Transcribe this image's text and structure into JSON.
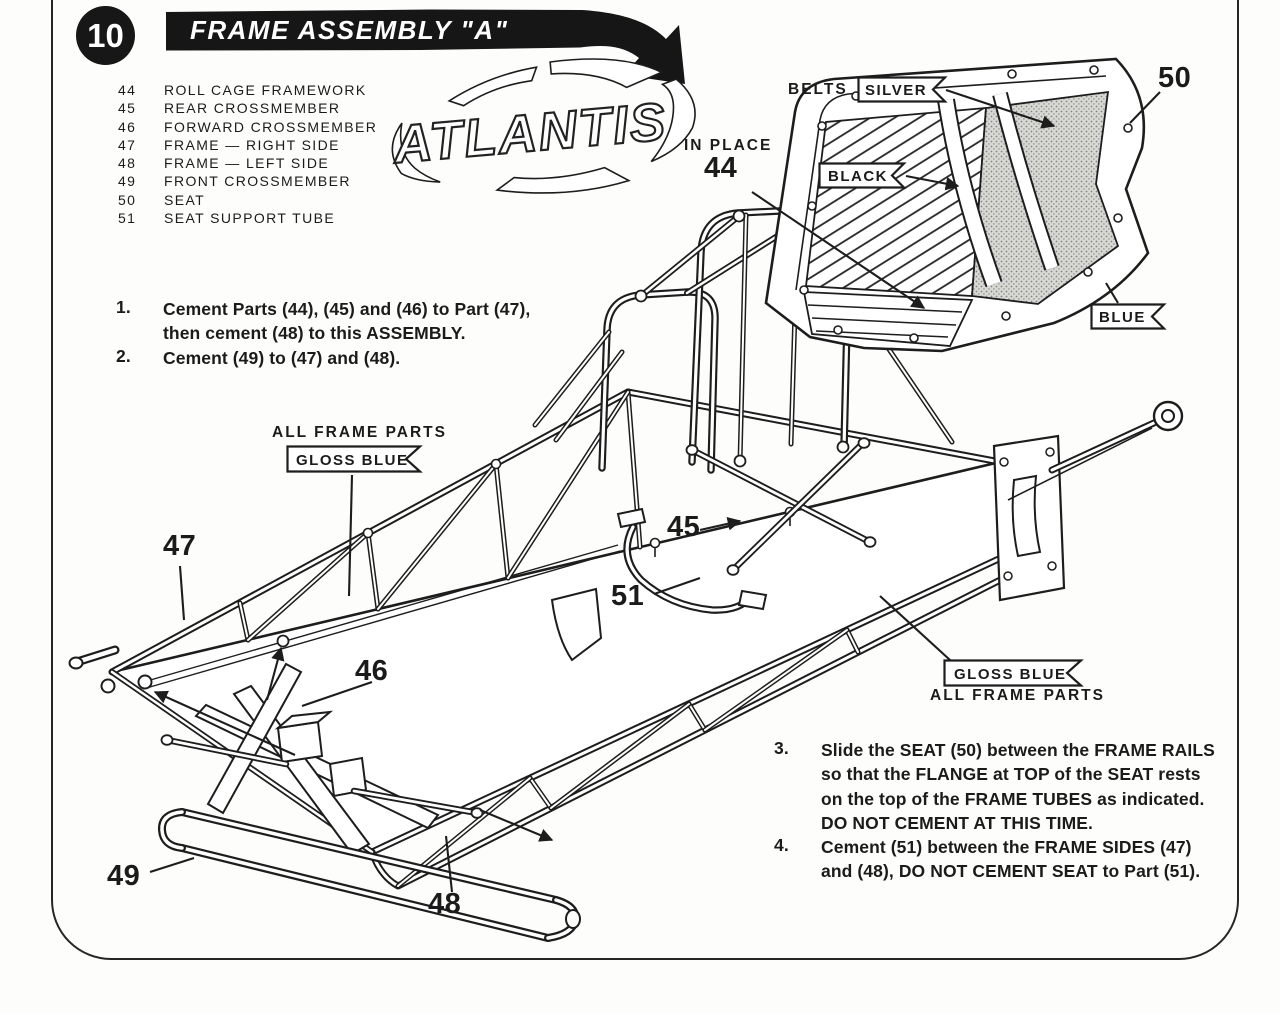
{
  "step_badge": "10",
  "header": {
    "title": "FRAME ASSEMBLY \"A\""
  },
  "brand": {
    "logo_text": "ATLANTIS"
  },
  "parts_list": [
    {
      "num": "44",
      "name": "ROLL CAGE FRAMEWORK"
    },
    {
      "num": "45",
      "name": "REAR CROSSMEMBER"
    },
    {
      "num": "46",
      "name": "FORWARD CROSSMEMBER"
    },
    {
      "num": "47",
      "name": "FRAME — RIGHT SIDE"
    },
    {
      "num": "48",
      "name": "FRAME — LEFT SIDE"
    },
    {
      "num": "49",
      "name": "FRONT CROSSMEMBER"
    },
    {
      "num": "50",
      "name": "SEAT"
    },
    {
      "num": "51",
      "name": "SEAT SUPPORT TUBE"
    }
  ],
  "instructions_top": [
    {
      "num": "1.",
      "lines": [
        "Cement Parts (44), (45) and (46) to Part (47),",
        "then cement (48) to this ASSEMBLY."
      ]
    },
    {
      "num": "2.",
      "lines": [
        "Cement (49) to (47) and (48)."
      ]
    }
  ],
  "instructions_bottom": [
    {
      "num": "3.",
      "lines": [
        "Slide the SEAT (50) between the FRAME RAILS",
        "so that the FLANGE at TOP of the SEAT rests",
        "on the top of the FRAME TUBES as indicated.",
        "DO NOT CEMENT AT THIS TIME."
      ]
    },
    {
      "num": "4.",
      "lines": [
        "Cement (51) between the FRAME SIDES (47)",
        "and (48), DO NOT CEMENT SEAT to Part (51)."
      ]
    }
  ],
  "callouts": {
    "in_place": "IN PLACE",
    "belts": "BELTS",
    "all_frame_parts_top": "ALL FRAME PARTS",
    "all_frame_parts_bottom": "ALL FRAME PARTS",
    "num_44": "44",
    "num_45": "45",
    "num_46": "46",
    "num_47": "47",
    "num_48": "48",
    "num_49": "49",
    "num_50": "50",
    "num_51": "51"
  },
  "banners": {
    "silver": "SILVER",
    "black": "BLACK",
    "blue": "BLUE",
    "gloss_blue_top": "GLOSS BLUE",
    "gloss_blue_bottom": "GLOSS BLUE"
  },
  "colors": {
    "ink": "#1d1d1d",
    "paper": "#fdfdfb",
    "seat_shade": "#d8d8d4"
  }
}
